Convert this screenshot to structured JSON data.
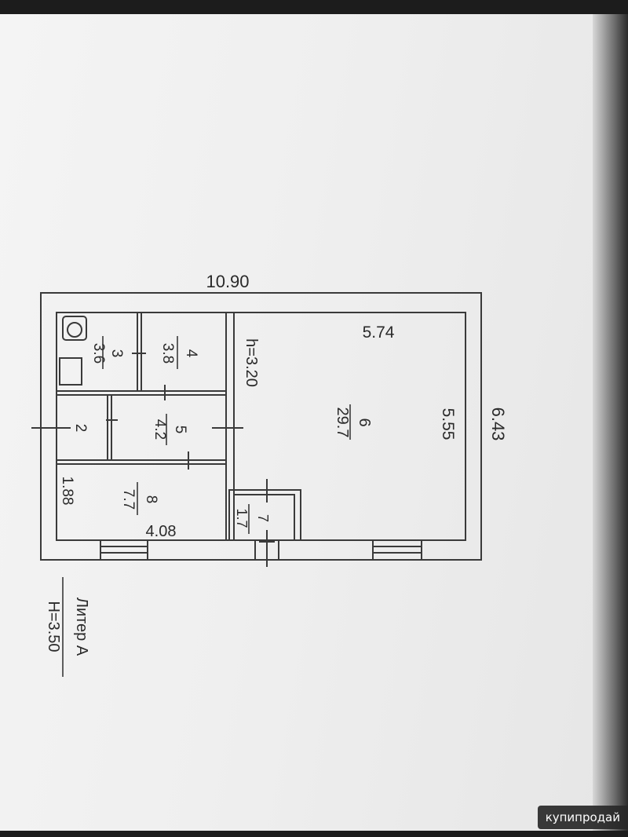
{
  "plan": {
    "overall_width": "10.90",
    "overall_depth": "6.43",
    "main_room_width": "5.74",
    "main_room_depth": "5.55",
    "ceiling_height": "h=3.20",
    "room8_side": "1.88",
    "room8_length": "4.08",
    "rooms": [
      {
        "number": "2",
        "area": ""
      },
      {
        "number": "3",
        "area": "3.6"
      },
      {
        "number": "4",
        "area": "3.8"
      },
      {
        "number": "5",
        "area": "4.2"
      },
      {
        "number": "6",
        "area": "29.7"
      },
      {
        "number": "7",
        "area": "1.7"
      },
      {
        "number": "8",
        "area": "7.7"
      }
    ]
  },
  "legend": {
    "title": "Литер А",
    "height": "Н=3.50"
  },
  "watermark": {
    "text": "купипродай"
  }
}
